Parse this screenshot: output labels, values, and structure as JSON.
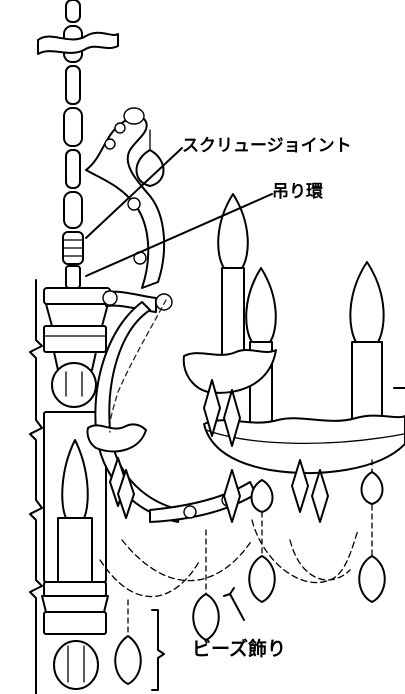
{
  "labels": {
    "screw_joint": "スクリュージョイント",
    "hanging_ring": "吊り環",
    "bead_decoration": "ビーズ飾り"
  }
}
